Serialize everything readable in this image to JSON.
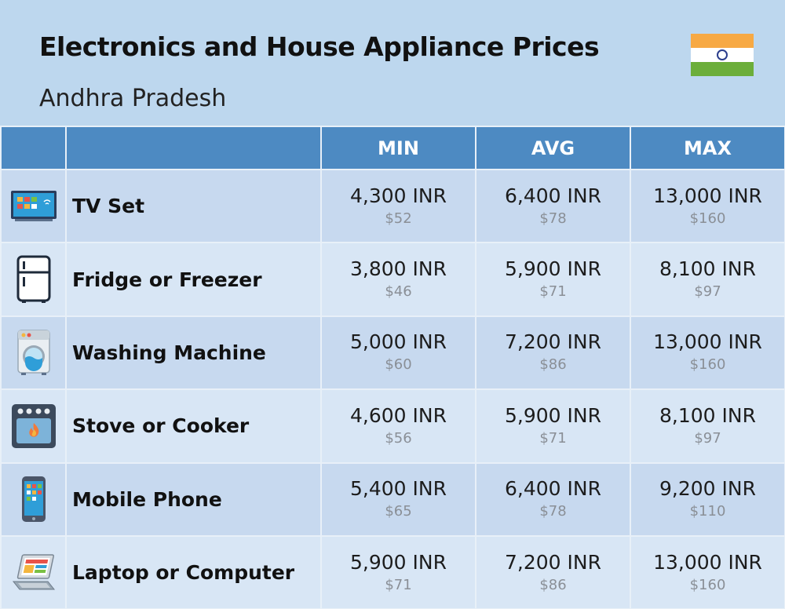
{
  "header": {
    "title": "Electronics and House Appliance Prices",
    "subtitle": "Andhra Pradesh",
    "flag_icon": "india-flag-icon"
  },
  "table": {
    "columns": [
      "",
      "",
      "MIN",
      "AVG",
      "MAX"
    ],
    "rows": [
      {
        "icon": "tv-icon",
        "name": "TV Set",
        "min": {
          "inr": "4,300 INR",
          "usd": "$52"
        },
        "avg": {
          "inr": "6,400 INR",
          "usd": "$78"
        },
        "max": {
          "inr": "13,000 INR",
          "usd": "$160"
        }
      },
      {
        "icon": "fridge-icon",
        "name": "Fridge or Freezer",
        "min": {
          "inr": "3,800 INR",
          "usd": "$46"
        },
        "avg": {
          "inr": "5,900 INR",
          "usd": "$71"
        },
        "max": {
          "inr": "8,100 INR",
          "usd": "$97"
        }
      },
      {
        "icon": "washing-machine-icon",
        "name": "Washing Machine",
        "min": {
          "inr": "5,000 INR",
          "usd": "$60"
        },
        "avg": {
          "inr": "7,200 INR",
          "usd": "$86"
        },
        "max": {
          "inr": "13,000 INR",
          "usd": "$160"
        }
      },
      {
        "icon": "stove-icon",
        "name": "Stove or Cooker",
        "min": {
          "inr": "4,600 INR",
          "usd": "$56"
        },
        "avg": {
          "inr": "5,900 INR",
          "usd": "$71"
        },
        "max": {
          "inr": "8,100 INR",
          "usd": "$97"
        }
      },
      {
        "icon": "mobile-phone-icon",
        "name": "Mobile Phone",
        "min": {
          "inr": "5,400 INR",
          "usd": "$65"
        },
        "avg": {
          "inr": "6,400 INR",
          "usd": "$78"
        },
        "max": {
          "inr": "9,200 INR",
          "usd": "$110"
        }
      },
      {
        "icon": "laptop-icon",
        "name": "Laptop or Computer",
        "min": {
          "inr": "5,900 INR",
          "usd": "$71"
        },
        "avg": {
          "inr": "7,200 INR",
          "usd": "$86"
        },
        "max": {
          "inr": "13,000 INR",
          "usd": "$160"
        }
      }
    ]
  },
  "colors": {
    "background": "#bdd7ee",
    "header_row": "#4d8ac2",
    "row_odd": "#c7d9ef",
    "row_even": "#d8e6f5"
  }
}
